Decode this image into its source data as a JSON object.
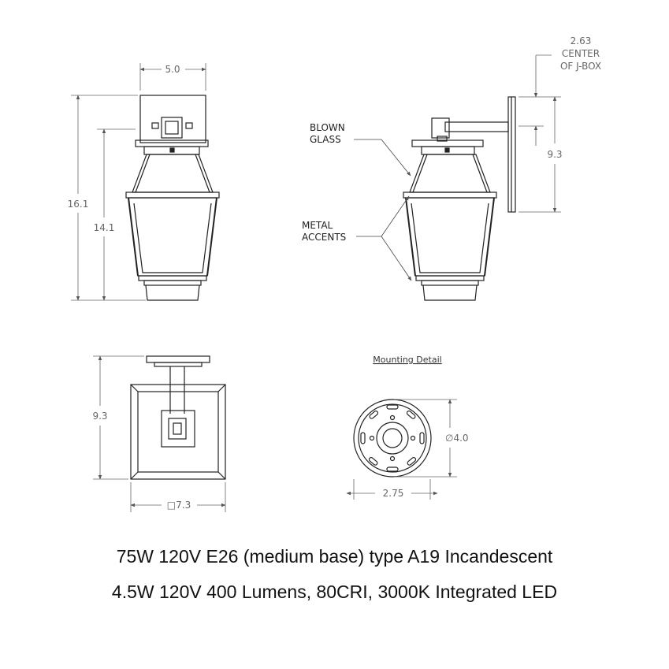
{
  "front_view": {
    "width_dim": "5.0",
    "overall_height_dim": "16.1",
    "body_height_dim": "14.1"
  },
  "side_view": {
    "center_dim_value": "2.63",
    "center_label_1": "CENTER",
    "center_label_2": "OF J-BOX",
    "extension_dim": "9.3",
    "glass_label_1": "BLOWN",
    "glass_label_2": "GLASS",
    "metal_label_1": "METAL",
    "metal_label_2": "ACCENTS"
  },
  "top_view": {
    "depth_dim": "9.3",
    "width_dim": "□7.3"
  },
  "mounting_detail": {
    "title": "Mounting Detail",
    "diameter_dim": "∅4.0",
    "width_dim": "2.75"
  },
  "specs": {
    "line1": "75W 120V E26 (medium base) type A19 Incandescent",
    "line2": "4.5W 120V 400 Lumens, 80CRI, 3000K Integrated LED"
  },
  "colors": {
    "line": "#222222",
    "dim": "#777777"
  }
}
